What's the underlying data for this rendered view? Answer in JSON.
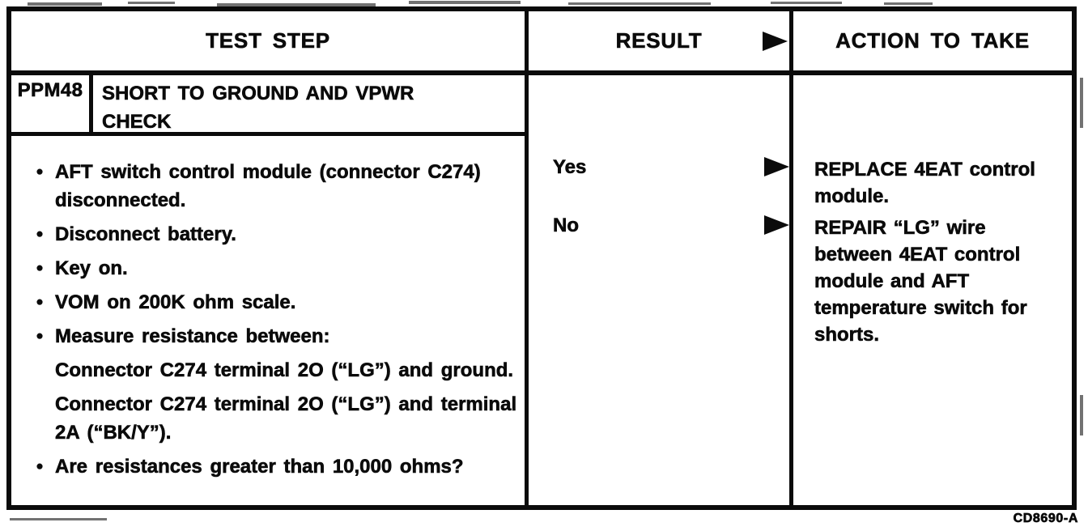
{
  "document": {
    "footer_code": "CD8690-A"
  },
  "table": {
    "headers": {
      "test_step": "TEST STEP",
      "result": "RESULT",
      "action": "ACTION TO TAKE"
    },
    "icons": {
      "result_header_arrow": "right-arrow",
      "result_row_arrow": "right-arrow",
      "step_bullet": "bullet-dot"
    },
    "test": {
      "id": "PPM48",
      "title": "SHORT TO GROUND AND VPWR CHECK",
      "steps": [
        {
          "type": "bullet",
          "text": "AFT switch control module (connector C274) disconnected."
        },
        {
          "type": "bullet",
          "text": "Disconnect battery."
        },
        {
          "type": "bullet",
          "text": "Key on."
        },
        {
          "type": "bullet",
          "text": "VOM on 200K ohm scale."
        },
        {
          "type": "bullet",
          "text": "Measure resistance between:"
        },
        {
          "type": "sub",
          "text": "Connector C274 terminal 2O (“LG”) and ground."
        },
        {
          "type": "sub",
          "text": "Connector C274 terminal 2O (“LG”) and terminal 2A (“BK/Y”)."
        },
        {
          "type": "bullet",
          "text": "Are resistances greater than 10,000 ohms?"
        }
      ],
      "results": [
        {
          "label": "Yes",
          "action": "REPLACE 4EAT control module."
        },
        {
          "label": "No",
          "action": "REPAIR “LG” wire between 4EAT control module and AFT temperature switch for shorts."
        }
      ]
    }
  }
}
